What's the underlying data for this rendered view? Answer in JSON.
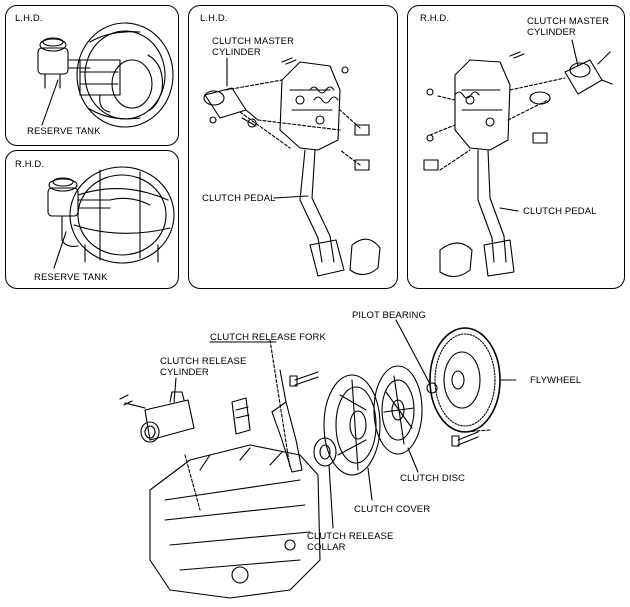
{
  "panels": {
    "top_left_lhd": {
      "tag": "L.H.D.",
      "callout": "RESERVE TANK"
    },
    "top_left_rhd": {
      "tag": "R.H.D.",
      "callout": "RESERVE TANK"
    },
    "center_lhd": {
      "tag": "L.H.D.",
      "master_cylinder": "CLUTCH MASTER\nCYLINDER",
      "pedal": "CLUTCH PEDAL"
    },
    "right_rhd": {
      "tag": "R.H.D.",
      "master_cylinder": "CLUTCH MASTER\nCYLINDER",
      "pedal": "CLUTCH PEDAL"
    }
  },
  "bottom": {
    "release_fork": "CLUTCH RELEASE FORK",
    "pilot_bearing": "PILOT BEARING",
    "release_cylinder": "CLUTCH RELEASE\nCYLINDER",
    "flywheel": "FLYWHEEL",
    "clutch_disc": "CLUTCH DISC",
    "clutch_cover": "CLUTCH COVER",
    "release_collar": "CLUTCH RELEASE\nCOLLAR"
  }
}
